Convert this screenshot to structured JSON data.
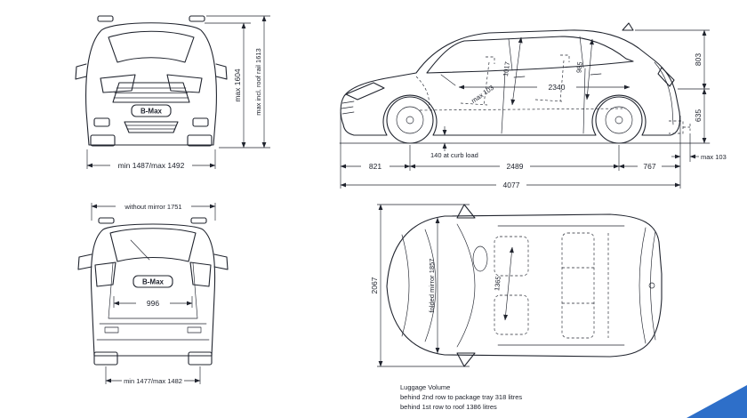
{
  "colors": {
    "line_ink": "#20242e",
    "accent_blue": "#2e6fc9"
  },
  "front_view": {
    "badge": "B-Max",
    "width": "min 1487/max 1492",
    "height": "max 1604",
    "height_with_roof_rail": "max incl. roof rail 1613"
  },
  "side_view": {
    "front_interior_height": "1017",
    "rear_interior_height": "985",
    "interior_length": "2340",
    "sill_step": "max 103",
    "rear_opening_height": "803",
    "load_height": "635",
    "rear_step": "max 103",
    "ground_clearance": "140 at curb load",
    "front_overhang": "821",
    "wheelbase": "2489",
    "rear_overhang": "767",
    "overall_length": "4077"
  },
  "rear_view": {
    "width_without_mirrors": "without mirror 1751",
    "badge": "B-Max",
    "tailgate_opening_width": "996",
    "track": "min 1477/max 1482"
  },
  "top_view": {
    "width_with_mirrors": "2067",
    "width_folded_mirrors": "folded mirror 1857",
    "interior_width": "1365",
    "luggage": {
      "title": "Luggage Volume",
      "line1": "behind 2nd row to package tray 318 litres",
      "line2": "behind 1st row to roof 1386 litres"
    }
  }
}
